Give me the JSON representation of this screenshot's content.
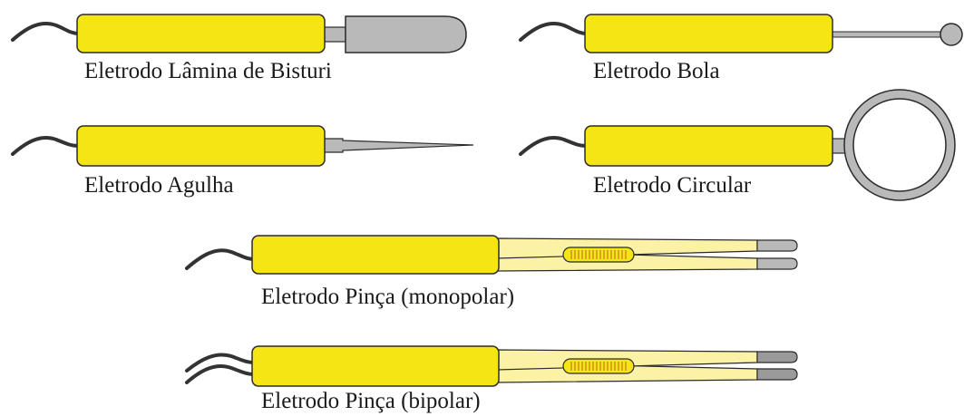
{
  "colors": {
    "handle": "#F5E514",
    "outline": "#2b2b2b",
    "metal": "#B9B9B9",
    "forceps": "#FBF2A6",
    "grip": "#C98A1E",
    "cable": "#333333"
  },
  "electrodes": [
    {
      "kind": "blade",
      "label": "Eletrodo Lâmina de Bisturi"
    },
    {
      "kind": "ball",
      "label": "Eletrodo Bola"
    },
    {
      "kind": "needle",
      "label": "Eletrodo Agulha"
    },
    {
      "kind": "loop",
      "label": "Eletrodo Circular"
    },
    {
      "kind": "forceps-monopolar",
      "label": "Eletrodo Pinça (monopolar)"
    },
    {
      "kind": "forceps-bipolar",
      "label": "Eletrodo Pinça (bipolar)"
    }
  ]
}
